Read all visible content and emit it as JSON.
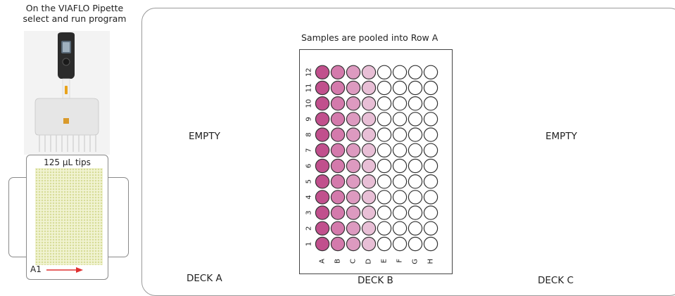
{
  "instruction": {
    "line1": "On the VIAFLO Pipette",
    "line2": "select and run program"
  },
  "tips": {
    "label": "125 µL tips",
    "start_position": "A1"
  },
  "decks": {
    "a": {
      "name": "DECK A",
      "content": "EMPTY"
    },
    "b": {
      "name": "DECK B",
      "caption": "Samples are pooled into Row A"
    },
    "c": {
      "name": "DECK C",
      "content": "EMPTY"
    }
  },
  "plate": {
    "row_labels": [
      "A",
      "B",
      "C",
      "D",
      "E",
      "F",
      "G",
      "H"
    ],
    "column_labels": [
      "1",
      "2",
      "3",
      "4",
      "5",
      "6",
      "7",
      "8",
      "9",
      "10",
      "11",
      "12"
    ],
    "row_fill_colors": [
      "#c1508d",
      "#d47aac",
      "#dd9ac0",
      "#e8bfd6",
      "#ffffff",
      "#ffffff",
      "#ffffff",
      "#ffffff"
    ],
    "well_outline": "#333333"
  },
  "colors": {
    "arrow": "#e03030",
    "pipette_body": "#e8e8e8",
    "pipette_accent": "#e8a31c"
  }
}
